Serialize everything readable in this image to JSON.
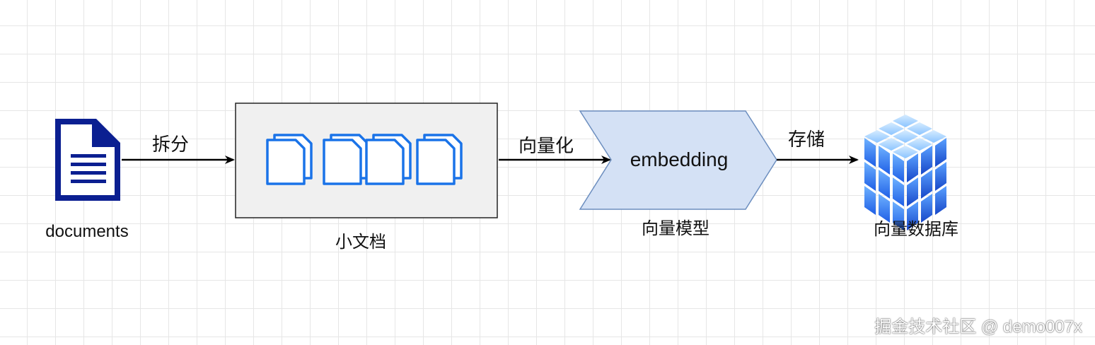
{
  "colors": {
    "document_icon": "#0b1f91",
    "file_icon": "#1a73e8",
    "container_fill": "#f0f0f0",
    "shape_fill": "#d4e1f5",
    "shape_stroke": "#6c8ebf",
    "arrow": "#000000",
    "cube_light": "#b5dcff",
    "cube_dark": "#1a56e0"
  },
  "nodes": {
    "documents": {
      "label": "documents",
      "icon": "document-icon"
    },
    "small_docs": {
      "label": "小文档",
      "icon": "file-stack-icon"
    },
    "embedding": {
      "label": "embedding",
      "caption": "向量模型"
    },
    "vector_db": {
      "label": "向量数据库",
      "icon": "cube-database-icon"
    }
  },
  "edges": [
    {
      "label": "拆分"
    },
    {
      "label": "向量化"
    },
    {
      "label": "存储"
    }
  ],
  "watermark": "掘金技术社区 @ demo007x"
}
